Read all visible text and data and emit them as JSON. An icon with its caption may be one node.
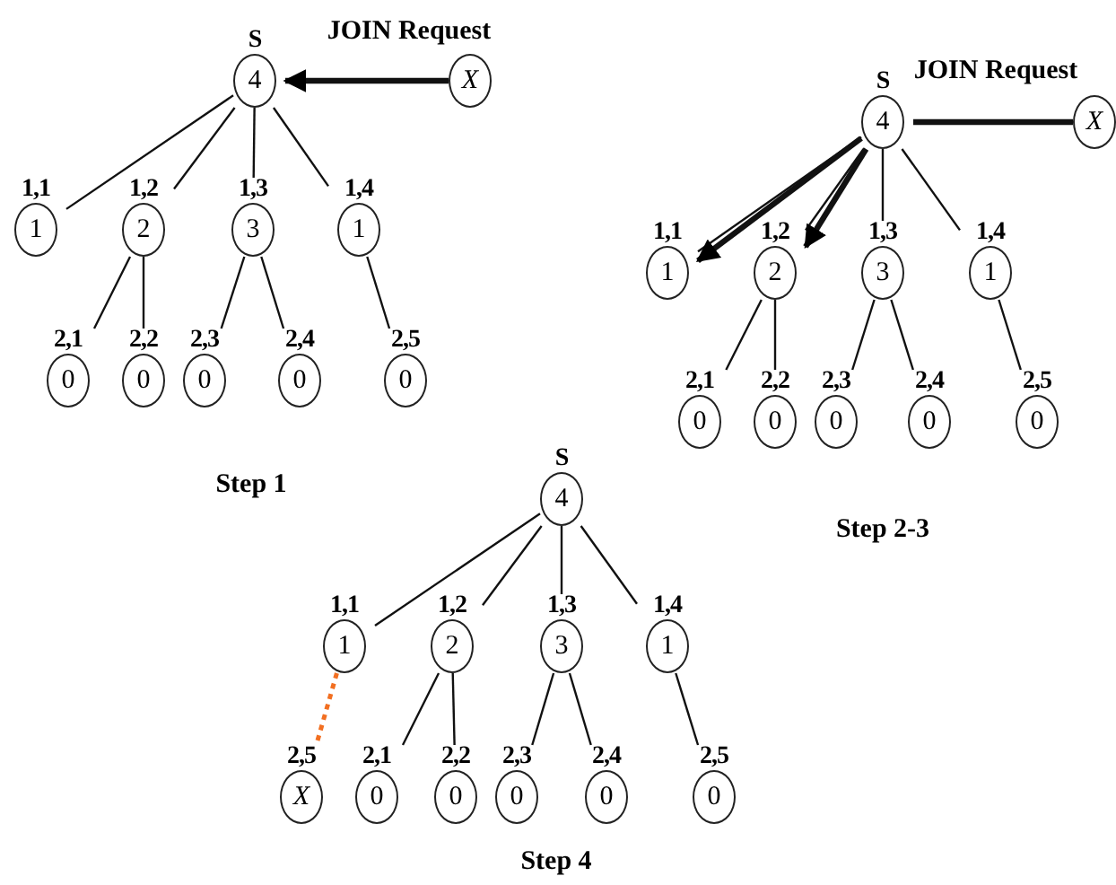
{
  "diagram": {
    "nodes": [
      {
        "text": [
          "4"
        ],
        "beside": [
          "S"
        ]
      },
      {
        "text": [
          "X"
        ]
      },
      {
        "text": [
          "1"
        ],
        "beside": [
          "1,1"
        ]
      },
      {
        "text": [
          "2"
        ],
        "beside": [
          "1,2"
        ]
      },
      {
        "text": [
          "3"
        ],
        "beside": [
          "1,3"
        ]
      },
      {
        "text": [
          "1"
        ],
        "beside": [
          "1,4"
        ]
      },
      {
        "text": [
          "0"
        ],
        "beside": [
          "2,1"
        ]
      },
      {
        "text": [
          "0"
        ],
        "beside": [
          "2,2"
        ]
      },
      {
        "text": [
          "0"
        ],
        "beside": [
          "2,3"
        ]
      },
      {
        "text": [
          "0"
        ],
        "beside": [
          "2,4"
        ]
      },
      {
        "text": [
          "0"
        ],
        "beside": [
          "2,5"
        ]
      },
      {
        "text": [
          "4"
        ],
        "beside": [
          "S"
        ]
      },
      {
        "text": [
          "X"
        ]
      },
      {
        "text": [
          "1"
        ],
        "beside": [
          "1,1"
        ]
      },
      {
        "text": [
          "2"
        ],
        "beside": [
          "1,2"
        ]
      },
      {
        "text": [
          "3"
        ],
        "beside": [
          "1,3"
        ]
      },
      {
        "text": [
          "1"
        ],
        "beside": [
          "1,4"
        ]
      },
      {
        "text": [
          "0"
        ],
        "beside": [
          "2,1"
        ]
      },
      {
        "text": [
          "0"
        ],
        "beside": [
          "2,2"
        ]
      },
      {
        "text": [
          "0"
        ],
        "beside": [
          "2,3"
        ]
      },
      {
        "text": [
          "0"
        ],
        "beside": [
          "2,4"
        ]
      },
      {
        "text": [
          "0"
        ],
        "beside": [
          "2,5"
        ]
      },
      {
        "text": [
          "4"
        ],
        "beside": [
          "S"
        ]
      },
      {
        "text": [
          "1"
        ],
        "beside": [
          "1,1"
        ]
      },
      {
        "text": [
          "2"
        ],
        "beside": [
          "1,2"
        ]
      },
      {
        "text": [
          "3"
        ],
        "beside": [
          "1,3"
        ]
      },
      {
        "text": [
          "1"
        ],
        "beside": [
          "1,4"
        ]
      },
      {
        "text": [
          "X"
        ],
        "beside": [
          "2,5"
        ]
      },
      {
        "text": [
          "0"
        ],
        "beside": [
          "2,1"
        ]
      },
      {
        "text": [
          "0"
        ],
        "beside": [
          "2,2"
        ]
      },
      {
        "text": [
          "0"
        ],
        "beside": [
          "2,3"
        ]
      },
      {
        "text": [
          "0"
        ],
        "beside": [
          "2,4"
        ]
      },
      {
        "text": [
          "0"
        ],
        "beside": [
          "2,5"
        ]
      }
    ],
    "edges": [
      {
        "from": 1,
        "to": 0,
        "arrow": "to",
        "label": "JOIN Request",
        "style": "thick"
      },
      {
        "from": 0,
        "to": 2,
        "arrow": "none"
      },
      {
        "from": 0,
        "to": 3,
        "arrow": "none"
      },
      {
        "from": 0,
        "to": 4,
        "arrow": "none"
      },
      {
        "from": 0,
        "to": 5,
        "arrow": "none"
      },
      {
        "from": 3,
        "to": 6,
        "arrow": "none"
      },
      {
        "from": 3,
        "to": 7,
        "arrow": "none"
      },
      {
        "from": 4,
        "to": 8,
        "arrow": "none"
      },
      {
        "from": 4,
        "to": 9,
        "arrow": "none"
      },
      {
        "from": 5,
        "to": 10,
        "arrow": "none"
      },
      {
        "from": 12,
        "to": 11,
        "arrow": "none",
        "label": "JOIN Request",
        "style": "thick"
      },
      {
        "from": 11,
        "to": 13,
        "arrow": "none"
      },
      {
        "from": 11,
        "to": 14,
        "arrow": "none"
      },
      {
        "from": 11,
        "to": 15,
        "arrow": "none"
      },
      {
        "from": 11,
        "to": 16,
        "arrow": "none"
      },
      {
        "from": 11,
        "to": 13,
        "arrow": "to",
        "style": "thick"
      },
      {
        "from": 11,
        "to": 14,
        "arrow": "to",
        "style": "thick"
      },
      {
        "from": 14,
        "to": 17,
        "arrow": "none"
      },
      {
        "from": 14,
        "to": 18,
        "arrow": "none"
      },
      {
        "from": 15,
        "to": 19,
        "arrow": "none"
      },
      {
        "from": 15,
        "to": 20,
        "arrow": "none"
      },
      {
        "from": 16,
        "to": 21,
        "arrow": "none"
      },
      {
        "from": 22,
        "to": 23,
        "arrow": "none"
      },
      {
        "from": 22,
        "to": 24,
        "arrow": "none"
      },
      {
        "from": 22,
        "to": 25,
        "arrow": "none"
      },
      {
        "from": 22,
        "to": 26,
        "arrow": "none"
      },
      {
        "from": 23,
        "to": 27,
        "arrow": "none",
        "style": "dashed",
        "color": "#f26f21"
      },
      {
        "from": 24,
        "to": 28,
        "arrow": "none"
      },
      {
        "from": 24,
        "to": 29,
        "arrow": "none"
      },
      {
        "from": 25,
        "to": 30,
        "arrow": "none"
      },
      {
        "from": 25,
        "to": 31,
        "arrow": "none"
      },
      {
        "from": 26,
        "to": 32,
        "arrow": "none"
      }
    ],
    "labels": [
      "Step 1",
      "Step 2-3",
      "Step 4"
    ]
  }
}
